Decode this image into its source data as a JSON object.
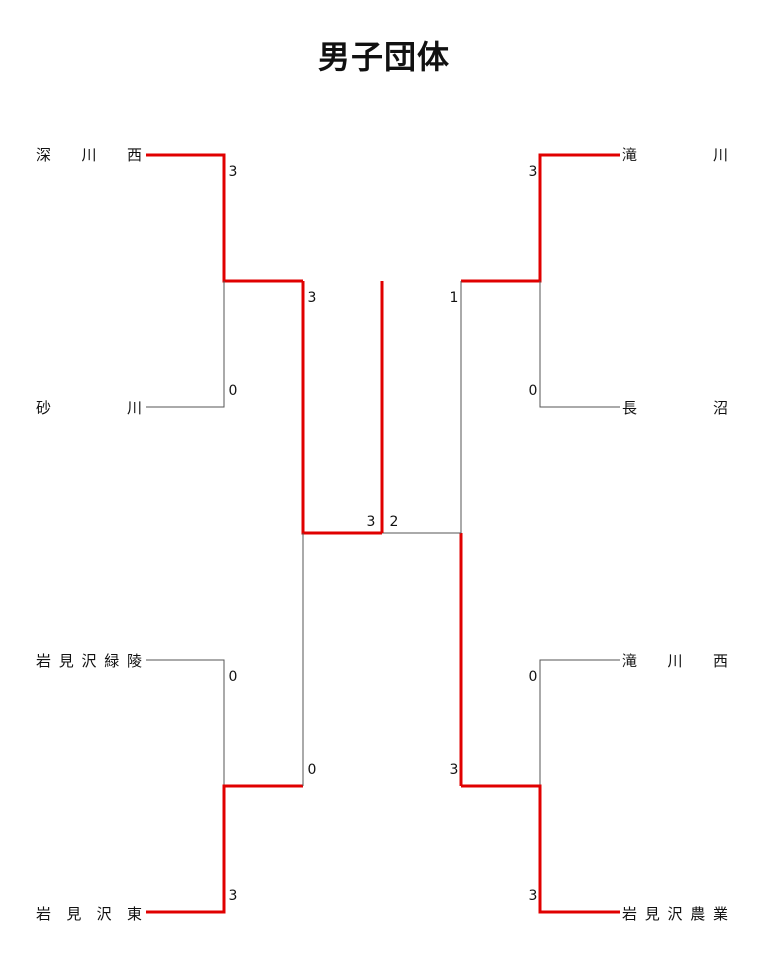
{
  "title": "男子団体",
  "teams": {
    "left_1": "深川西",
    "left_2": "砂川",
    "left_3": "岩見沢緑陵",
    "left_4": "岩見沢東",
    "right_1": "滝川",
    "right_2": "長沼",
    "right_3": "滝川西",
    "right_4": "岩見沢農業"
  },
  "scores": {
    "r1_left_top_a": "3",
    "r1_left_top_b": "0",
    "r1_left_bottom_a": "0",
    "r1_left_bottom_b": "3",
    "r1_right_top_a": "3",
    "r1_right_top_b": "0",
    "r1_right_bottom_a": "0",
    "r1_right_bottom_b": "3",
    "semi_left_a": "3",
    "semi_left_b": "0",
    "semi_right_a": "1",
    "semi_right_b": "3",
    "final_left": "3",
    "final_right": "2"
  },
  "colors": {
    "winner_line": "#e00000",
    "loser_line": "#555555"
  }
}
